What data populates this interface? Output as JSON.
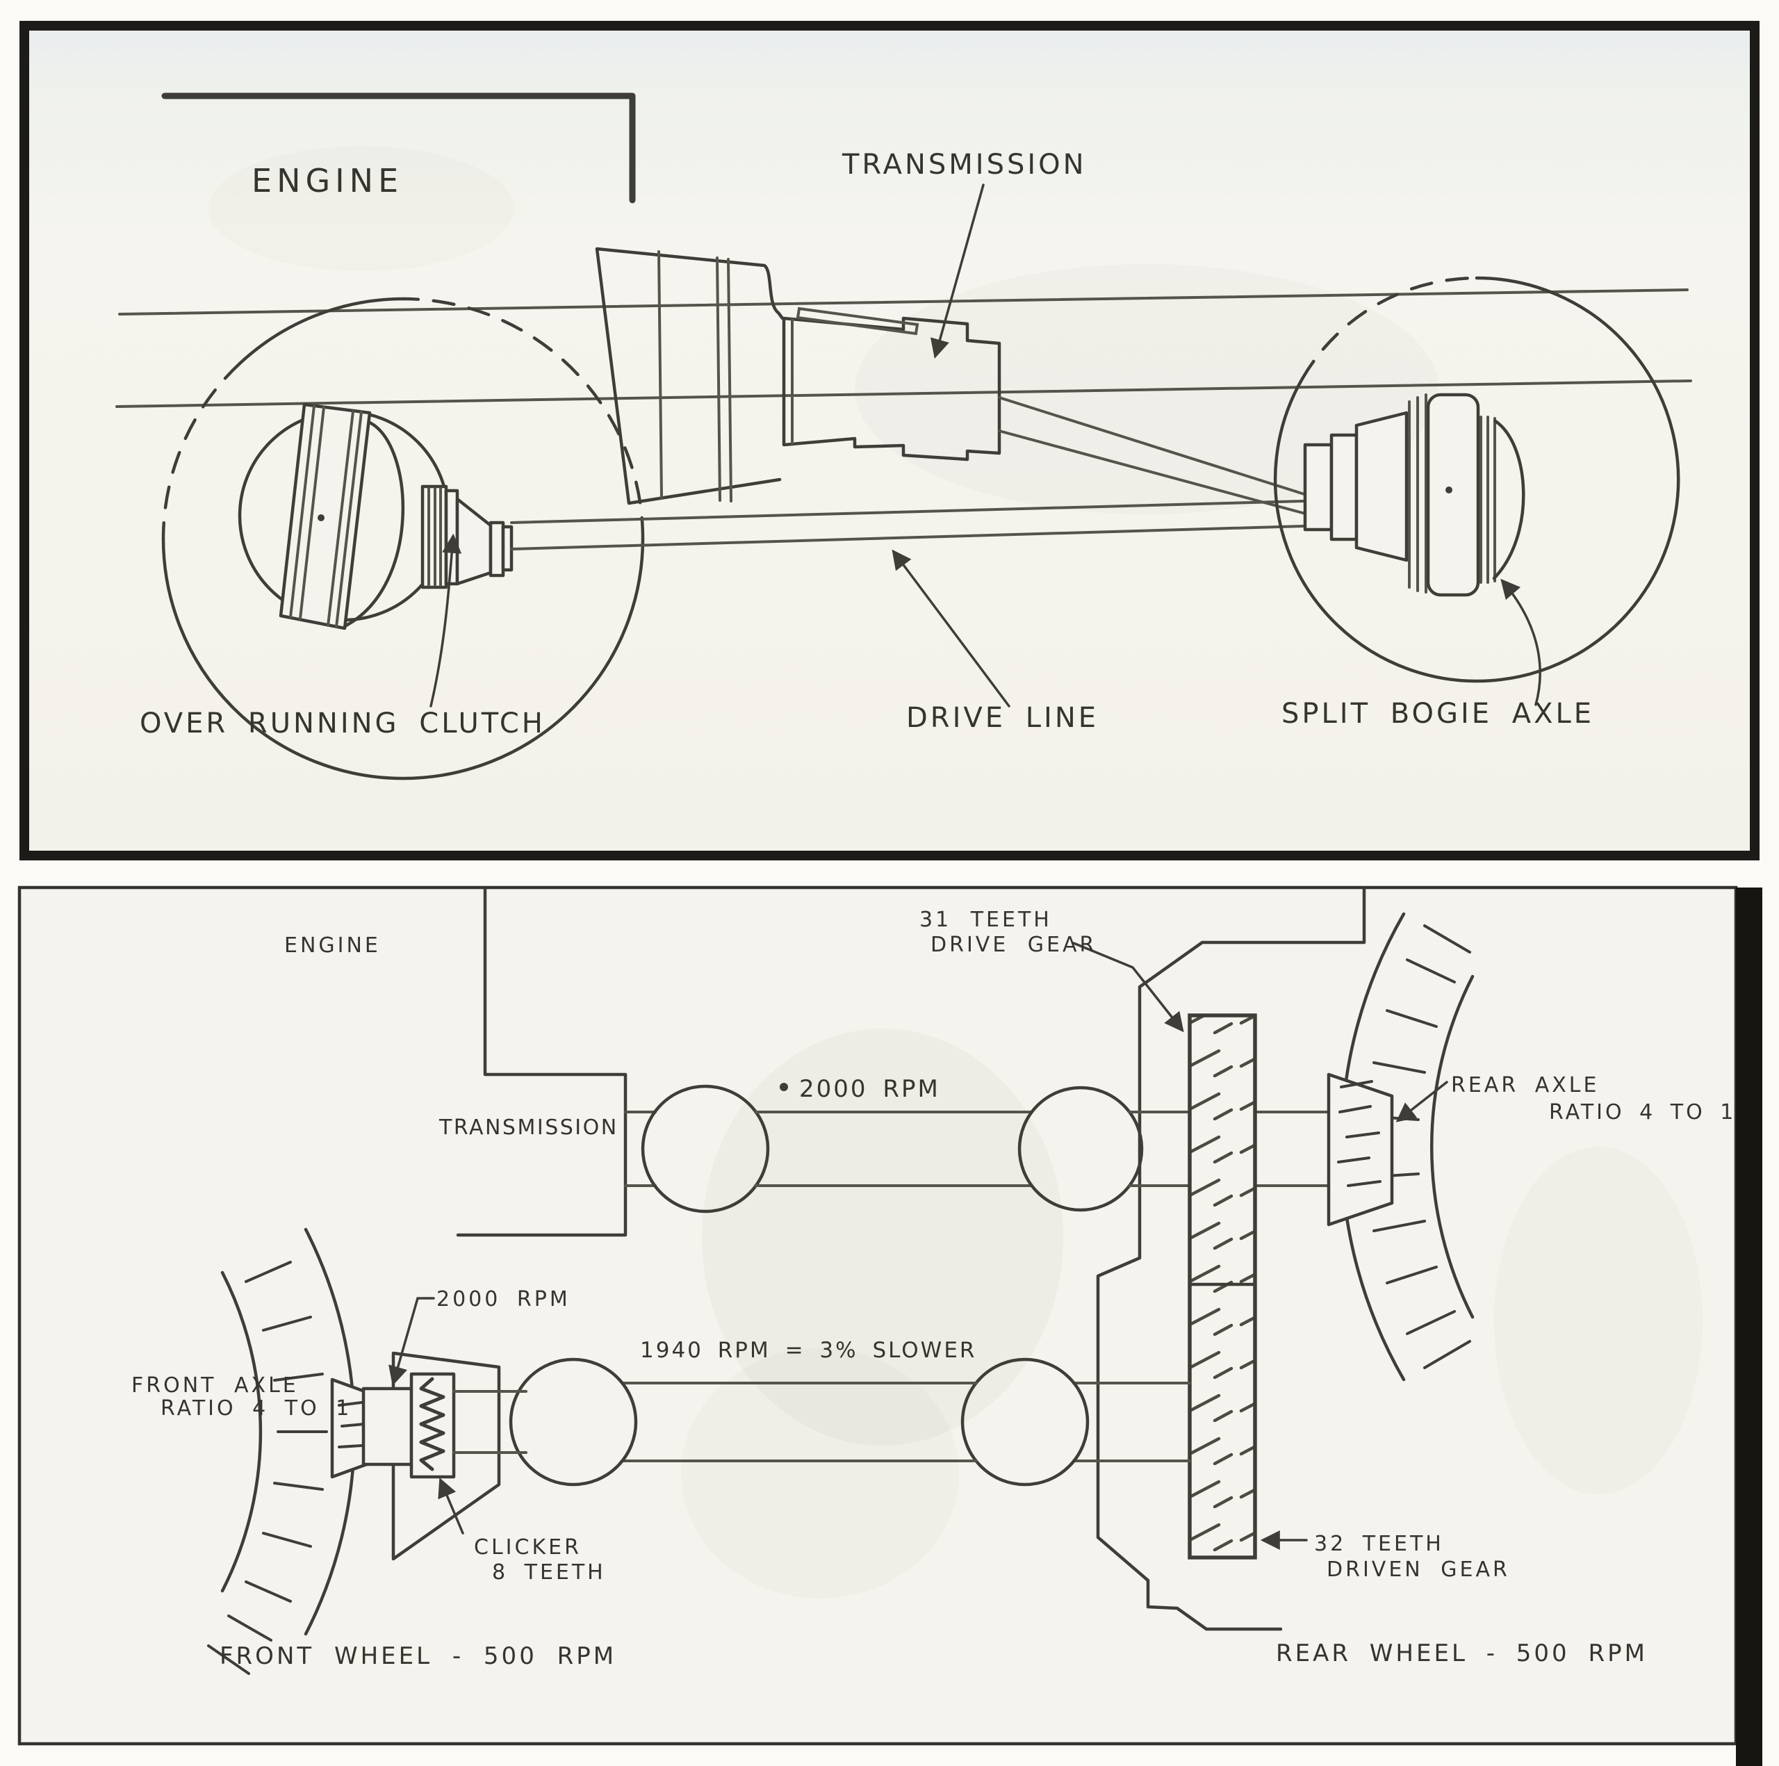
{
  "figure": {
    "description_hint": "scanned book figure: truck tandem-drive powertrain schematic, two stacked panels",
    "colors": {
      "page": "#fbfaf6",
      "paper": "#f4f3ed",
      "ink": "#3e3d38",
      "border": "#1c1b17",
      "text": "#35342e"
    }
  },
  "top_diagram": {
    "labels": {
      "engine": "ENGINE",
      "transmission": "TRANSMISSION",
      "over_running_clutch": "OVER RUNNING CLUTCH",
      "drive_line": "DRIVE LINE",
      "split_bogie_axle": "SPLIT BOGIE AXLE"
    }
  },
  "bottom_diagram": {
    "labels": {
      "engine": "ENGINE",
      "transmission": "TRANSMISSION",
      "rpm_top": "2000 RPM",
      "drive_gear_l1": "31 TEETH",
      "drive_gear_l2": "DRIVE GEAR",
      "rear_axle_l1": "REAR AXLE",
      "rear_axle_l2": "RATIO 4 TO 1",
      "rpm_front": "2000 RPM",
      "front_axle_l1": "FRONT AXLE",
      "front_axle_l2": "RATIO 4 TO 1",
      "rpm_1940": "1940 RPM = 3% SLOWER",
      "clicker_l1": "CLICKER",
      "clicker_l2": "8 TEETH",
      "driven_gear_l1": "32 TEETH",
      "driven_gear_l2": "DRIVEN GEAR",
      "front_wheel": "FRONT WHEEL - 500 RPM",
      "rear_wheel": "REAR WHEEL - 500 RPM"
    }
  }
}
